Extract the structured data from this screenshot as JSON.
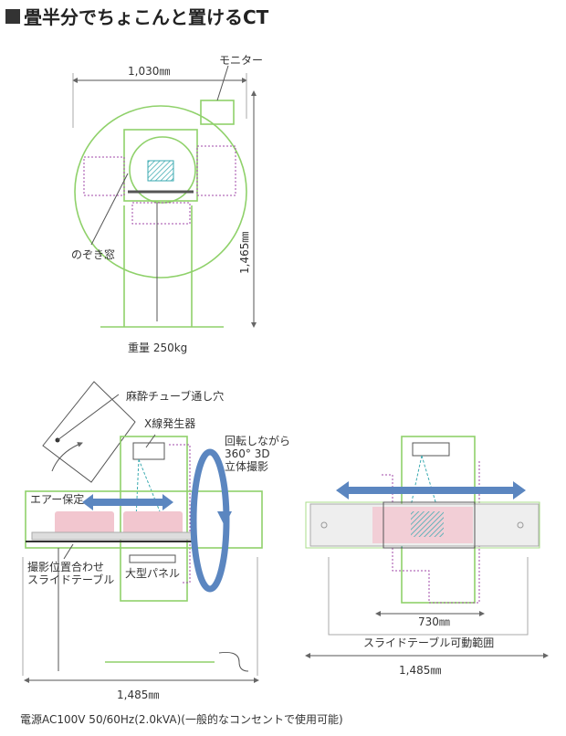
{
  "title": "畳半分でちょこんと置けるCT",
  "top_view": {
    "width_dim": "1,030㎜",
    "height_dim": "1,465㎜",
    "monitor_label": "モニター",
    "window_label": "のぞき窓",
    "weight": "重量 250kg"
  },
  "side_view": {
    "tube_hole_label": "麻酔チューブ通し穴",
    "xray_label": "X線発生器",
    "rotation_label_1": "回転しながら",
    "rotation_label_2": "360° 3D",
    "rotation_label_3": "立体撮影",
    "air_label": "エアー保定",
    "slide_label_1": "撮影位置合わせ",
    "slide_label_2": "スライドテーブル",
    "panel_label": "大型パネル",
    "width_dim": "1,485㎜"
  },
  "front_view": {
    "travel_dim": "730㎜",
    "range_label": "スライドテーブル可動範囲",
    "width_dim": "1,485㎜"
  },
  "footer": "電源AC100V 50/60Hz(2.0kVA)(一般的なコンセントで使用可能)",
  "colors": {
    "green": "#8fd16a",
    "blue": "#5b86c0",
    "purple": "#a04aa8",
    "pink": "#f2c6cf"
  }
}
